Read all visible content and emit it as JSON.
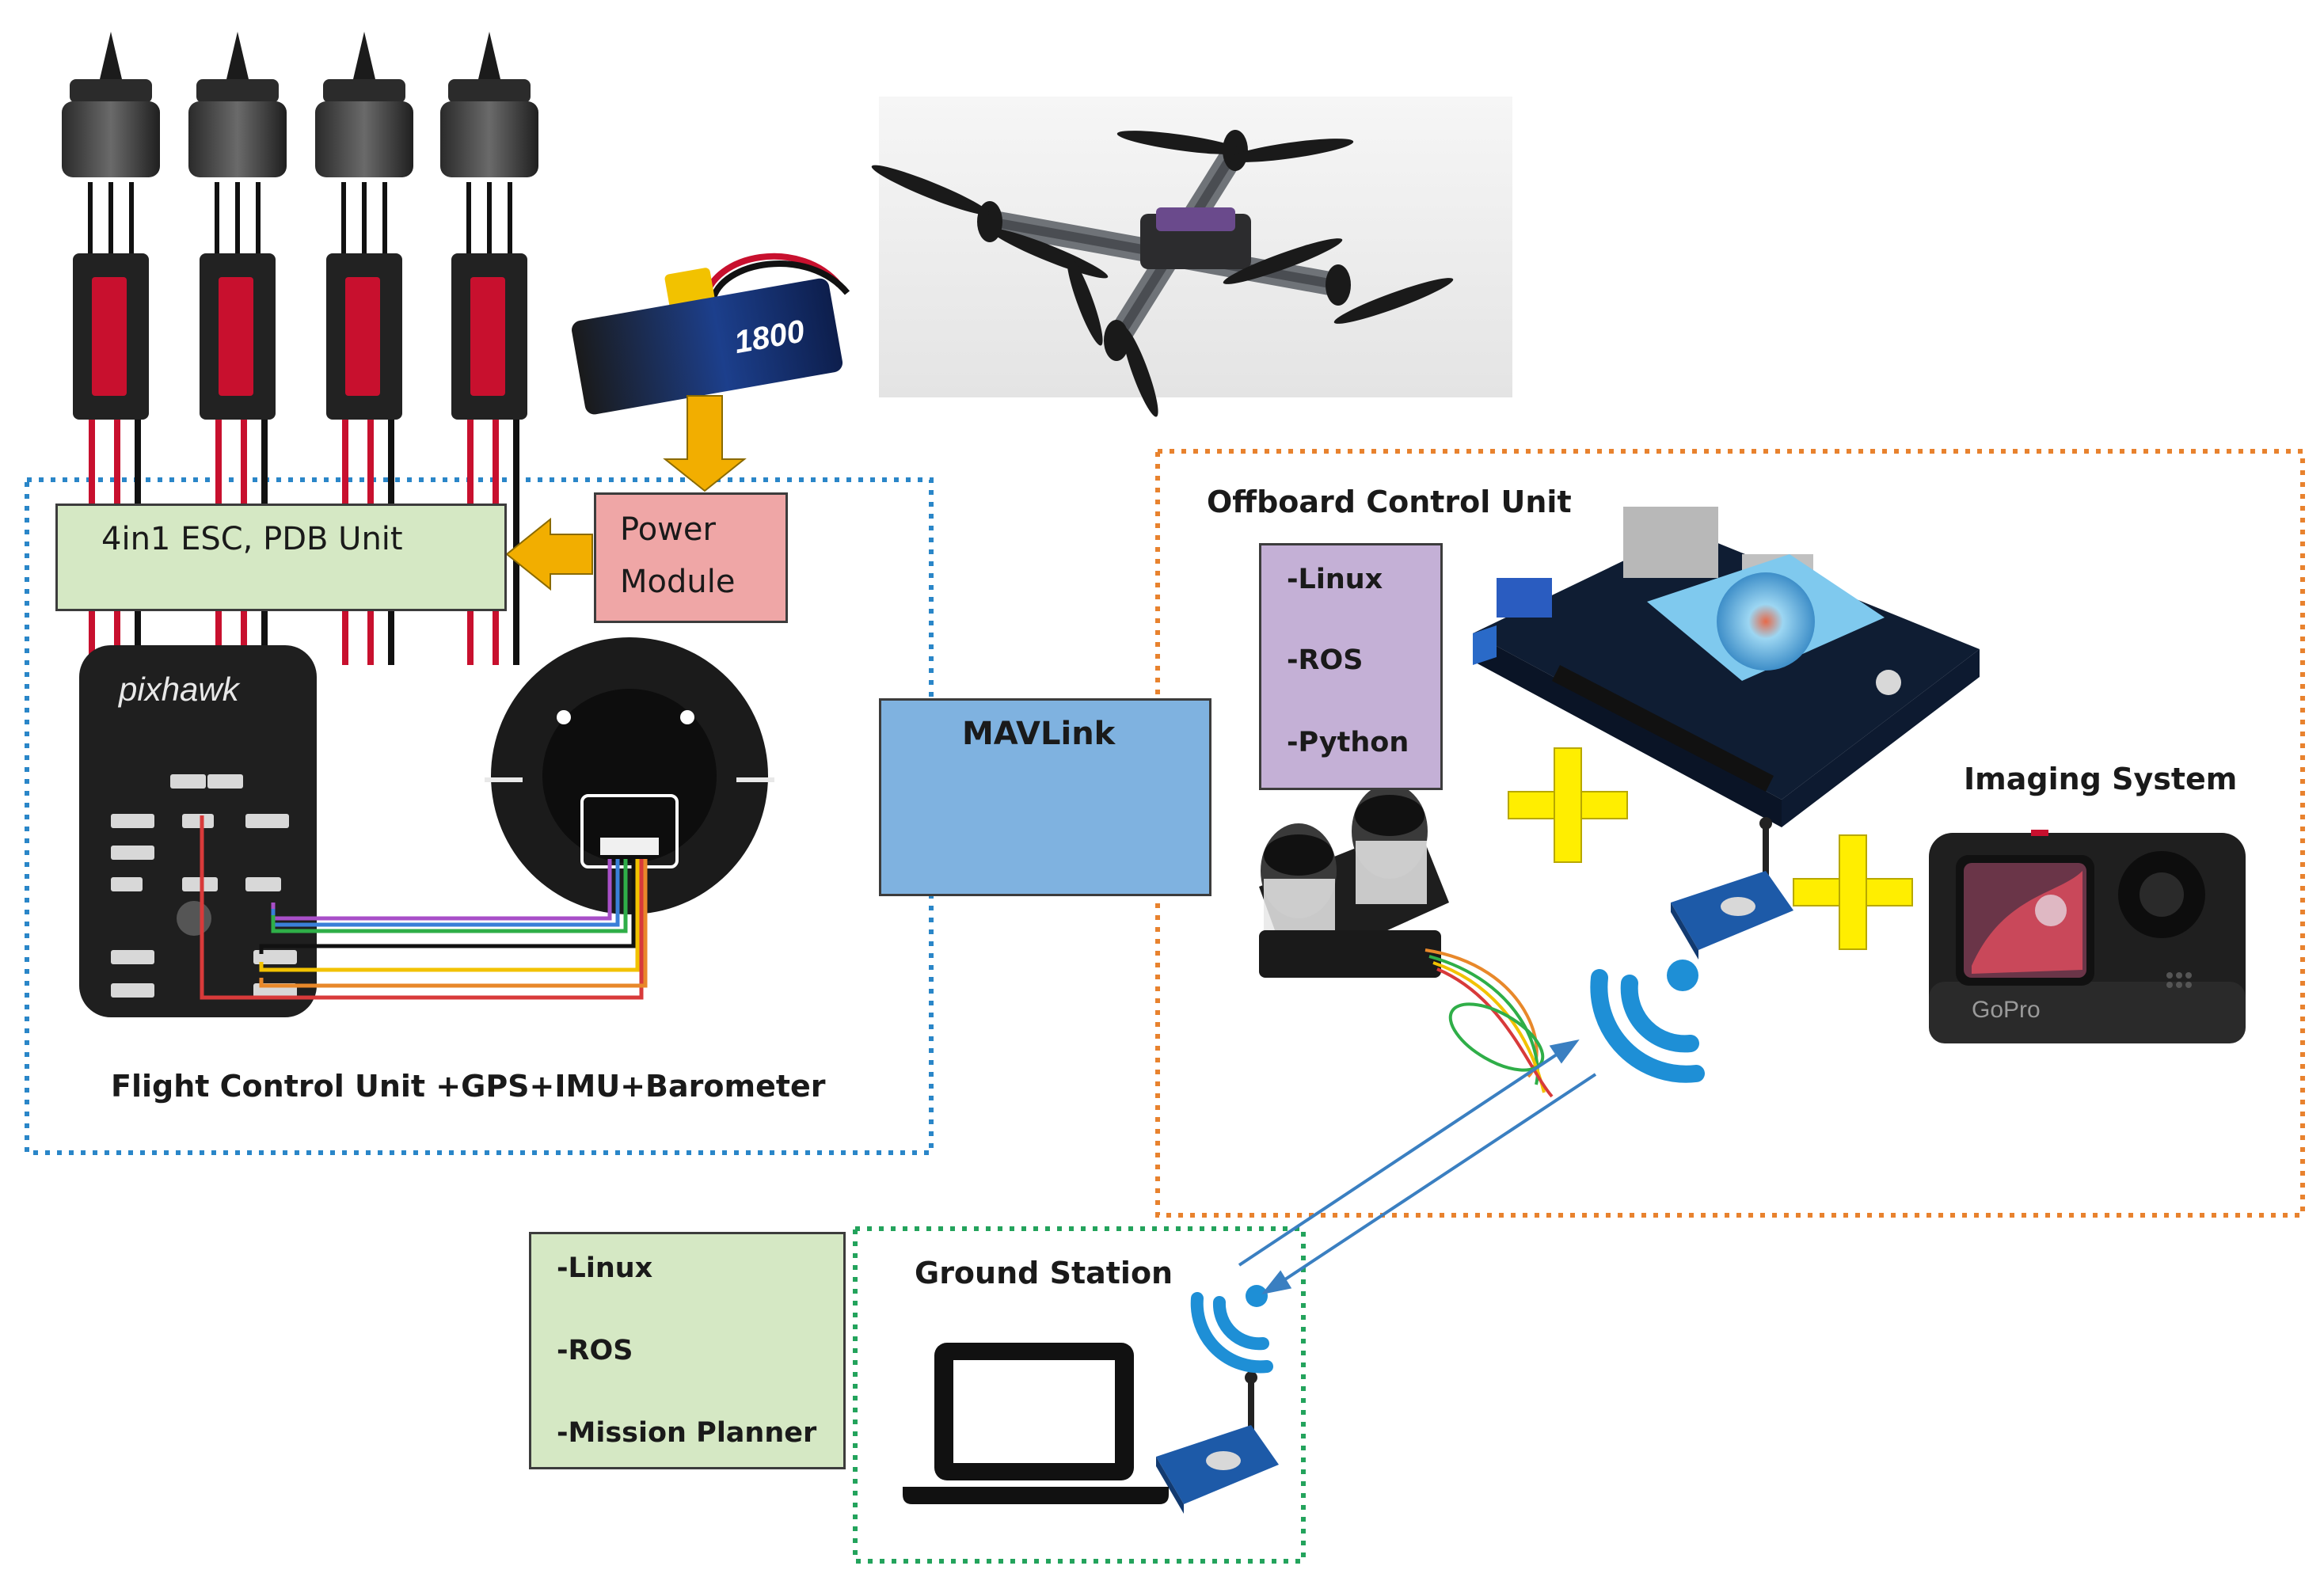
{
  "esc_unit_label": "4in1 ESC, PDB Unit",
  "power_module": {
    "line1": "Power",
    "line2": "Module"
  },
  "flight_control_label": "Flight Control Unit +GPS+IMU+Barometer",
  "pixhawk_logo_text": "pixhawk",
  "battery_text": "1800",
  "mavlink_label": "MAVLink",
  "offboard_title": "Offboard Control Unit",
  "offboard_software": [
    "-Linux",
    "-ROS",
    "-Python"
  ],
  "imaging_title": "Imaging System",
  "gopro_logo_text": "GoPro",
  "ground_station_title": "Ground Station",
  "ground_software": [
    "-Linux",
    "-ROS",
    "-Mission Planner"
  ],
  "colors": {
    "fcu_border": "#2a86c8",
    "offboard_border": "#e8822e",
    "ground_border": "#23a35c",
    "green_box": "#d5e8c4",
    "pink_box": "#efa6a6",
    "purple_box": "#c4b0d6",
    "blue_box": "#7fb2e0",
    "arrow_orange": "#f2ae00",
    "plus_yellow": "#ffee00",
    "wifi_blue": "#1e8fd6",
    "link_line": "#3a7fc1"
  }
}
